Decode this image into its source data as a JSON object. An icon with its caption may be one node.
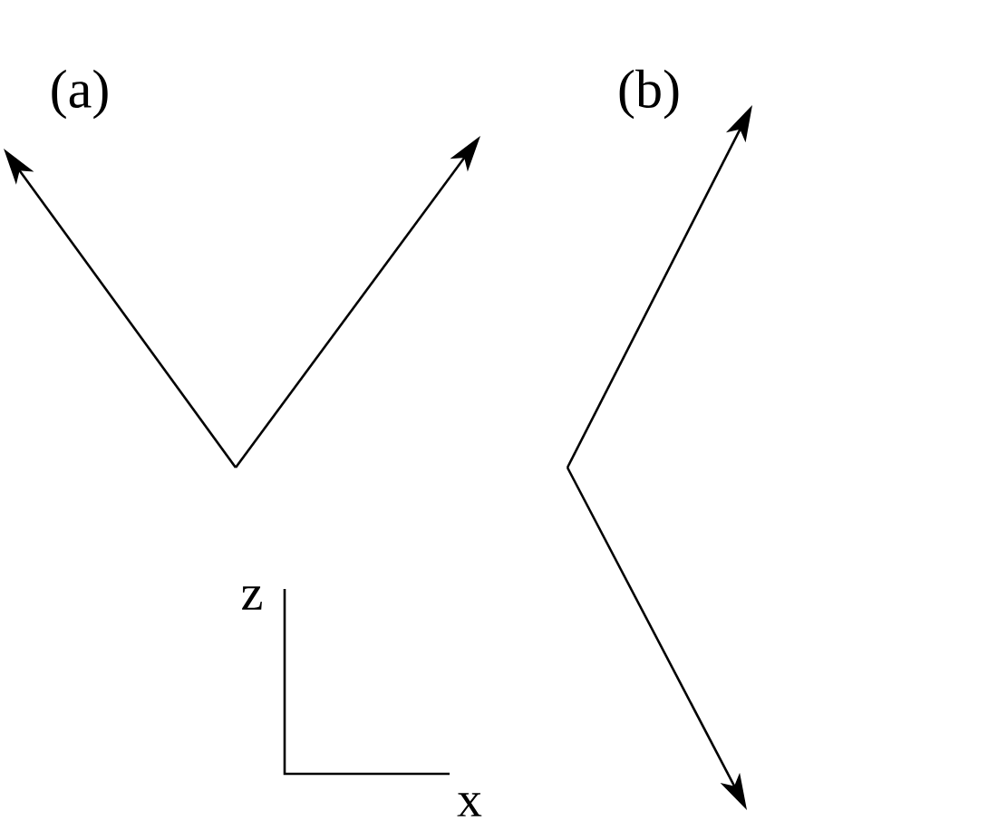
{
  "diagram": {
    "labels": [
      "(a)",
      "(b)",
      "z",
      "x"
    ]
  }
}
